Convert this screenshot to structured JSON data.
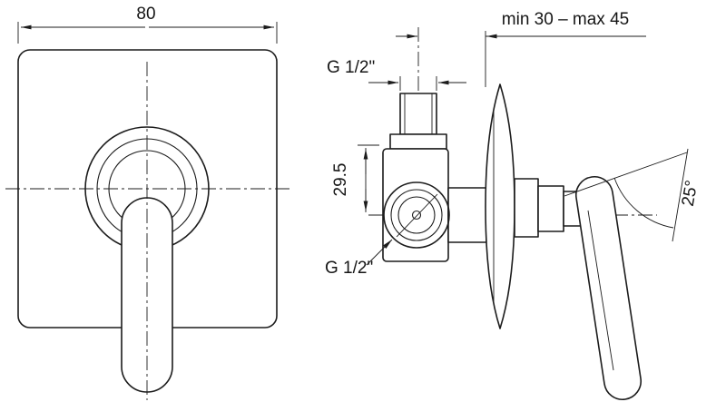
{
  "drawing": {
    "type": "technical-dimension-drawing",
    "subject": "concealed single-lever shower mixer, front view and side section view",
    "colors": {
      "line": "#1c1c1c",
      "background": "#ffffff"
    },
    "labels": {
      "plate_width": "80",
      "depth_range": "min 30 – max 45",
      "thread_top": "G 1/2\"",
      "thread_side": "G 1/2\"",
      "axis_offset": "29.5",
      "handle_angle": "25°"
    }
  }
}
